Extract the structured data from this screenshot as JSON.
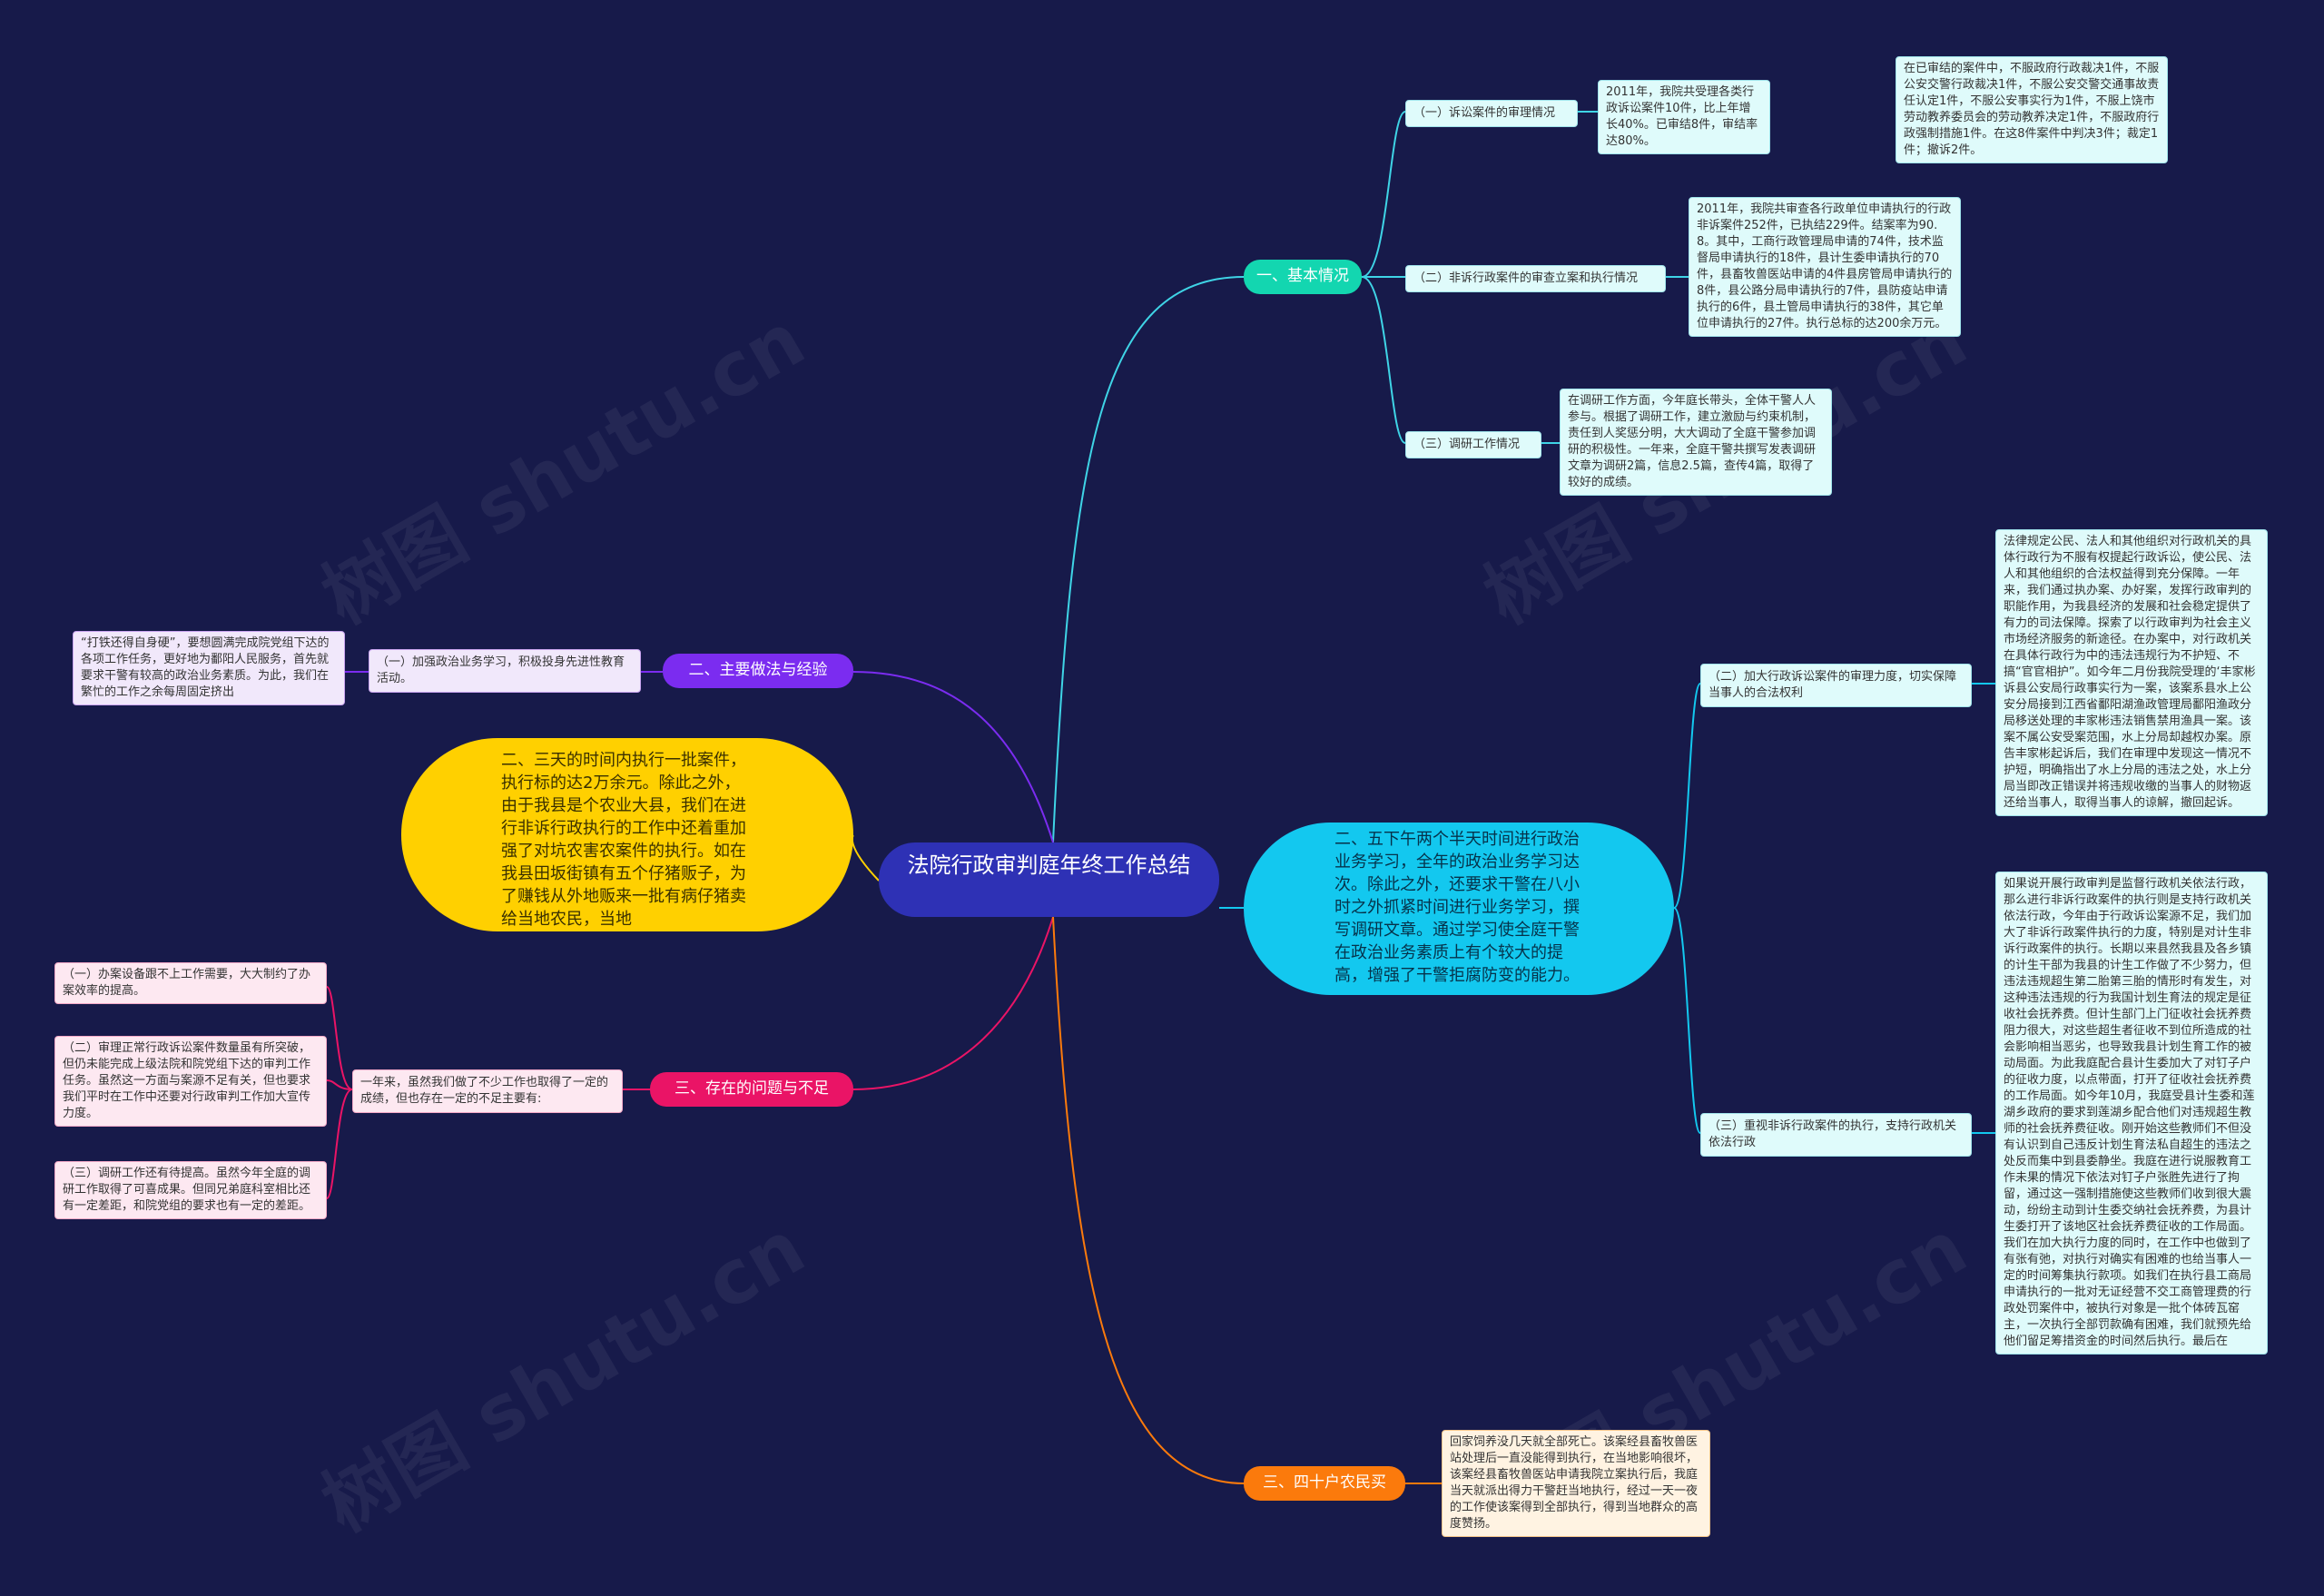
{
  "root": {
    "title": "法院行政审判庭年终工作总结"
  },
  "watermark": {
    "text": "树图 shutu.cn"
  },
  "colors": {
    "background": "#171a4a",
    "center": "#2e31b5",
    "teal": "#13d6b0",
    "purple": "#7b2cf0",
    "pink": "#ea1466",
    "orange": "#fb7a0c",
    "yellow": "#ffd000",
    "cyan": "#13c8ef"
  },
  "branch1": {
    "label": "一、基本情况",
    "sub1": {
      "label": "（一）诉讼案件的审理情况",
      "detail": "2011年，我院共受理各类行政诉讼案件10件，比上年增长40%。已审结8件，审结率达80%。",
      "detail2": "在已审结的案件中，不服政府行政裁决1件，不服公安交警行政裁决1件，不服公安交警交通事故责任认定1件，不服公安事实行为1件，不服上饶市劳动教养委员会的劳动教养决定1件，不服政府行政强制措施1件。在这8件案件中判决3件；裁定1件；撤诉2件。"
    },
    "sub2": {
      "label": "（二）非诉行政案件的审查立案和执行情况",
      "detail": "2011年，我院共审查各行政单位申请执行的行政非诉案件252件，已执结229件。结案率为90.8。其中，工商行政管理局申请的74件，技术监督局申请执行的18件，县计生委申请执行的70件，县畜牧兽医站申请的4件县房管局申请执行的8件，县公路分局申请执行的7件，县防疫站申请执行的6件，县土管局申请执行的38件，其它单位申请执行的27件。执行总标的达200余万元。"
    },
    "sub3": {
      "label": "（三）调研工作情况",
      "detail": "在调研工作方面，今年庭长带头，全体干警人人参与。根据了调研工作，建立激励与约束机制，责任到人奖惩分明，大大调动了全庭干警参加调研的积极性。一年来，全庭干警共撰写发表调研文章为调研2篇，信息2.5篇，查传4篇，取得了较好的成绩。"
    }
  },
  "branch2": {
    "label": "二、主要做法与经验",
    "sub1": {
      "label": "（一）加强政治业务学习，积极投身先进性教育活动。",
      "detail": "“打铁还得自身硬”，要想圆满完成院党组下达的各项工作任务，更好地为鄱阳人民服务，首先就要求干警有较高的政治业务素质。为此，我们在繁忙的工作之余每周固定挤出"
    }
  },
  "left_big": {
    "text": "二、三天的时间内执行一批案件，执行标的达2万余元。除此之外，由于我县是个农业大县，我们在进行非诉行政执行的工作中还着重加强了对坑农害农案件的执行。如在我县田坂街镇有五个仔猪贩子，为了赚钱从外地贩来一批有病仔猪卖给当地农民，当地"
  },
  "right_big": {
    "text": "二、五下午两个半天时间进行政治业务学习，全年的政治业务学习达次。除此之外，还要求干警在八小时之外抓紧时间进行业务学习，撰写调研文章。通过学习使全庭干警在政治业务素质上有个较大的提高，增强了干警拒腐防变的能力。"
  },
  "right_sub1": {
    "label": "（二）加大行政诉讼案件的审理力度，切实保障当事人的合法权利",
    "detail": "法律规定公民、法人和其他组织对行政机关的具体行政行为不服有权提起行政诉讼，使公民、法人和其他组织的合法权益得到充分保障。一年来，我们通过执办案、办好案，发挥行政审判的职能作用，为我县经济的发展和社会稳定提供了有力的司法保障。探索了以行政审判为社会主义市场经济服务的新途径。在办案中，对行政机关在具体行政行为中的违法违规行为不护短、不搞“官官相护”。如今年二月份我院受理的‘丰家彬诉县公安局行政事实行为一案，该案系县水上公安分局接到江西省鄱阳湖渔政管理局鄱阳渔政分局移送处理的丰家彬违法销售禁用渔具一案。该案不属公安受案范围，水上分局却越权办案。原告丰家彬起诉后，我们在审理中发现这一情况不护短，明确指出了水上分局的违法之处，水上分局当即改正错误并将违规收缴的当事人的财物返还给当事人，取得当事人的谅解，撤回起诉。"
  },
  "right_sub2": {
    "label": "（三）重视非诉行政案件的执行，支持行政机关依法行政",
    "detail": "如果说开展行政审判是监督行政机关依法行政，那么进行非诉行政案件的执行则是支持行政机关依法行政，今年由于行政诉讼案源不足，我们加大了非诉行政案件执行的力度，特别是对计生非诉行政案件的执行。长期以来县然我县及各乡镇的计生干部为我县的计生工作做了不少努力，但违法违规超生第二胎第三胎的情形时有发生，对这种违法违规的行为我国计划生育法的规定是征收社会抚养费。但计生部门上门征收社会抚养费阻力很大，对这些超生者征收不到位所造成的社会影响相当恶劣，也导致我县计划生育工作的被动局面。为此我庭配合县计生委加大了对钉子户的征收力度，以点带面，打开了征收社会抚养费的工作局面。如今年10月，我庭受县计生委和莲湖乡政府的要求到莲湖乡配合他们对违规超生教师的社会抚养费征收。刚开始这些教师们不但没有认识到自己违反计划生育法私自超生的违法之处反而集中到县委静坐。我庭在进行说服教育工作未果的情况下依法对钉子户张胜先进行了拘留，通过这一强制措施使这些教师们收到很大震动，纷纷主动到计生委交纳社会抚养费，为县计生委打开了该地区社会抚养费征收的工作局面。我们在加大执行力度的同时，在工作中也做到了有张有弛，对执行对确实有困难的也给当事人一定的时间筹集执行款项。如我们在执行县工商局申请执行的一批对无证经营不交工商管理费的行政处罚案件中，被执行对象是一批个体砖瓦窑主，一次执行全部罚款确有困难，我们就预先给他们留足筹措资金的时间然后执行。最后在"
  },
  "branch3": {
    "label": "三、存在的问题与不足",
    "summary": "一年来，虽然我们做了不少工作也取得了一定的成绩，但也存在一定的不足主要有:",
    "items": [
      "（一）办案设备跟不上工作需要，大大制约了办案效率的提高。",
      "（二）审理正常行政诉讼案件数量虽有所突破，但仍未能完成上级法院和院党组下达的审判工作任务。虽然这一方面与案源不足有关，但也要求我们平时在工作中还要对行政审判工作加大宣传力度。",
      "（三）调研工作还有待提高。虽然今年全庭的调研工作取得了可喜成果。但同兄弟庭科室相比还有一定差距，和院党组的要求也有一定的差距。"
    ]
  },
  "branch4": {
    "label": "三、四十户农民买",
    "detail": "回家饲养没几天就全部死亡。该案经县畜牧兽医站处理后一直没能得到执行，在当地影响很坏，该案经县畜牧兽医站申请我院立案执行后，我庭当天就派出得力干警赶当地执行，经过一天一夜的工作使该案得到全部执行，得到当地群众的高度赞扬。"
  }
}
